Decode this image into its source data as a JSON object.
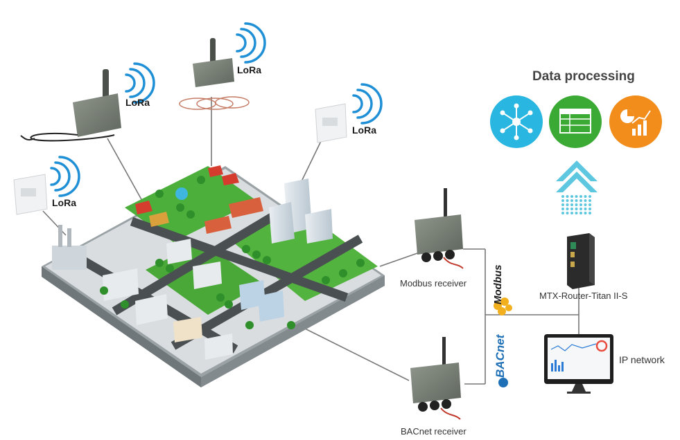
{
  "title": "Data processing",
  "sensors": [
    {
      "id": "sensor-1",
      "tag": "LoRa"
    },
    {
      "id": "sensor-2",
      "tag": "LoRa"
    },
    {
      "id": "sensor-3",
      "tag": "LoRa"
    },
    {
      "id": "sensor-4",
      "tag": "LoRa"
    }
  ],
  "receivers": {
    "modbus": "Modbus receiver",
    "bacnet": "BACnet receiver"
  },
  "protocols": {
    "modbus": "Modbus",
    "bacnet": "BACnet"
  },
  "router": "MTX-Router-Titan II-S",
  "network": "IP network",
  "icons": {
    "processing": [
      "network-nodes-icon",
      "spreadsheet-icon",
      "analytics-chart-icon"
    ],
    "arrow": "upload-arrow-icon"
  },
  "colors": {
    "cyan": "#29b6e0",
    "green": "#3aaa35",
    "orange": "#f28c1b",
    "wifi": "#1f8fd6",
    "arrow": "#5ec7e0"
  }
}
